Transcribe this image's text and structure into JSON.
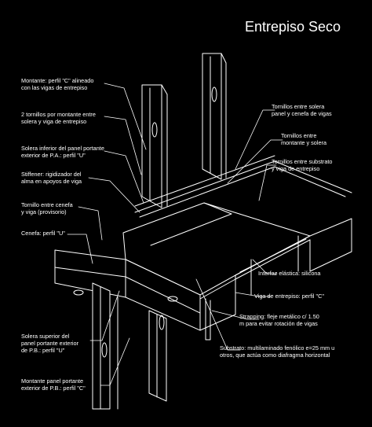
{
  "title": "Entrepiso Seco",
  "labels_left": [
    {
      "id": "montante-pa",
      "lines": [
        "Montante: perfil \"C\" alineado",
        "con las vigas de entrepiso"
      ]
    },
    {
      "id": "tornillos-montante",
      "lines": [
        "2 tornillos por montante entre",
        "solera y viga de entrepiso"
      ]
    },
    {
      "id": "solera-inferior",
      "lines": [
        "Solera inferior del panel portante",
        "exterior de P.A.: perfil \"U\""
      ]
    },
    {
      "id": "stiffener",
      "lines": [
        "Stiffener: rigidizador del",
        "alma en apoyos de viga"
      ]
    },
    {
      "id": "tornillo-cenefa",
      "lines": [
        "Tornillo entre cenefa",
        "y viga (provisorio)"
      ]
    },
    {
      "id": "cenefa",
      "lines": [
        "Cenefa: perfil \"U\""
      ]
    },
    {
      "id": "solera-superior",
      "lines": [
        "Solera superior del",
        "panel portante exterior",
        "de P.B.: perfil \"U\""
      ]
    },
    {
      "id": "montante-pb",
      "lines": [
        "Montante panel portante",
        "exterior de P.B.: perfil \"C\""
      ]
    }
  ],
  "labels_right": [
    {
      "id": "tornillos-solera-cenefa",
      "lines": [
        "Tornillos entre solera",
        "panel y cenefa de vigas"
      ]
    },
    {
      "id": "tornillos-montante-solera",
      "lines": [
        "Tornillos entre",
        "montante y solera"
      ]
    },
    {
      "id": "tornillos-substrato",
      "lines": [
        "Tornillos entre substrato",
        "y viga de entrepiso"
      ]
    },
    {
      "id": "interfaz",
      "lines": [
        "Interfaz elástica: silicona"
      ]
    },
    {
      "id": "viga",
      "lines": [
        "Viga de entrepiso: perfil \"C\""
      ]
    },
    {
      "id": "strapping",
      "lines": [
        "Strapping: fleje metálico c/ 1.50",
        "m para evitar rotación de vigas"
      ]
    },
    {
      "id": "substrato",
      "lines": [
        "Substrato: multilaminado fenólico e=25 mm u",
        "otros, que actúa como diafragma horizontal"
      ]
    }
  ],
  "colors": {
    "background": "#000000",
    "lines": "#ffffff",
    "text": "#ffffff"
  }
}
